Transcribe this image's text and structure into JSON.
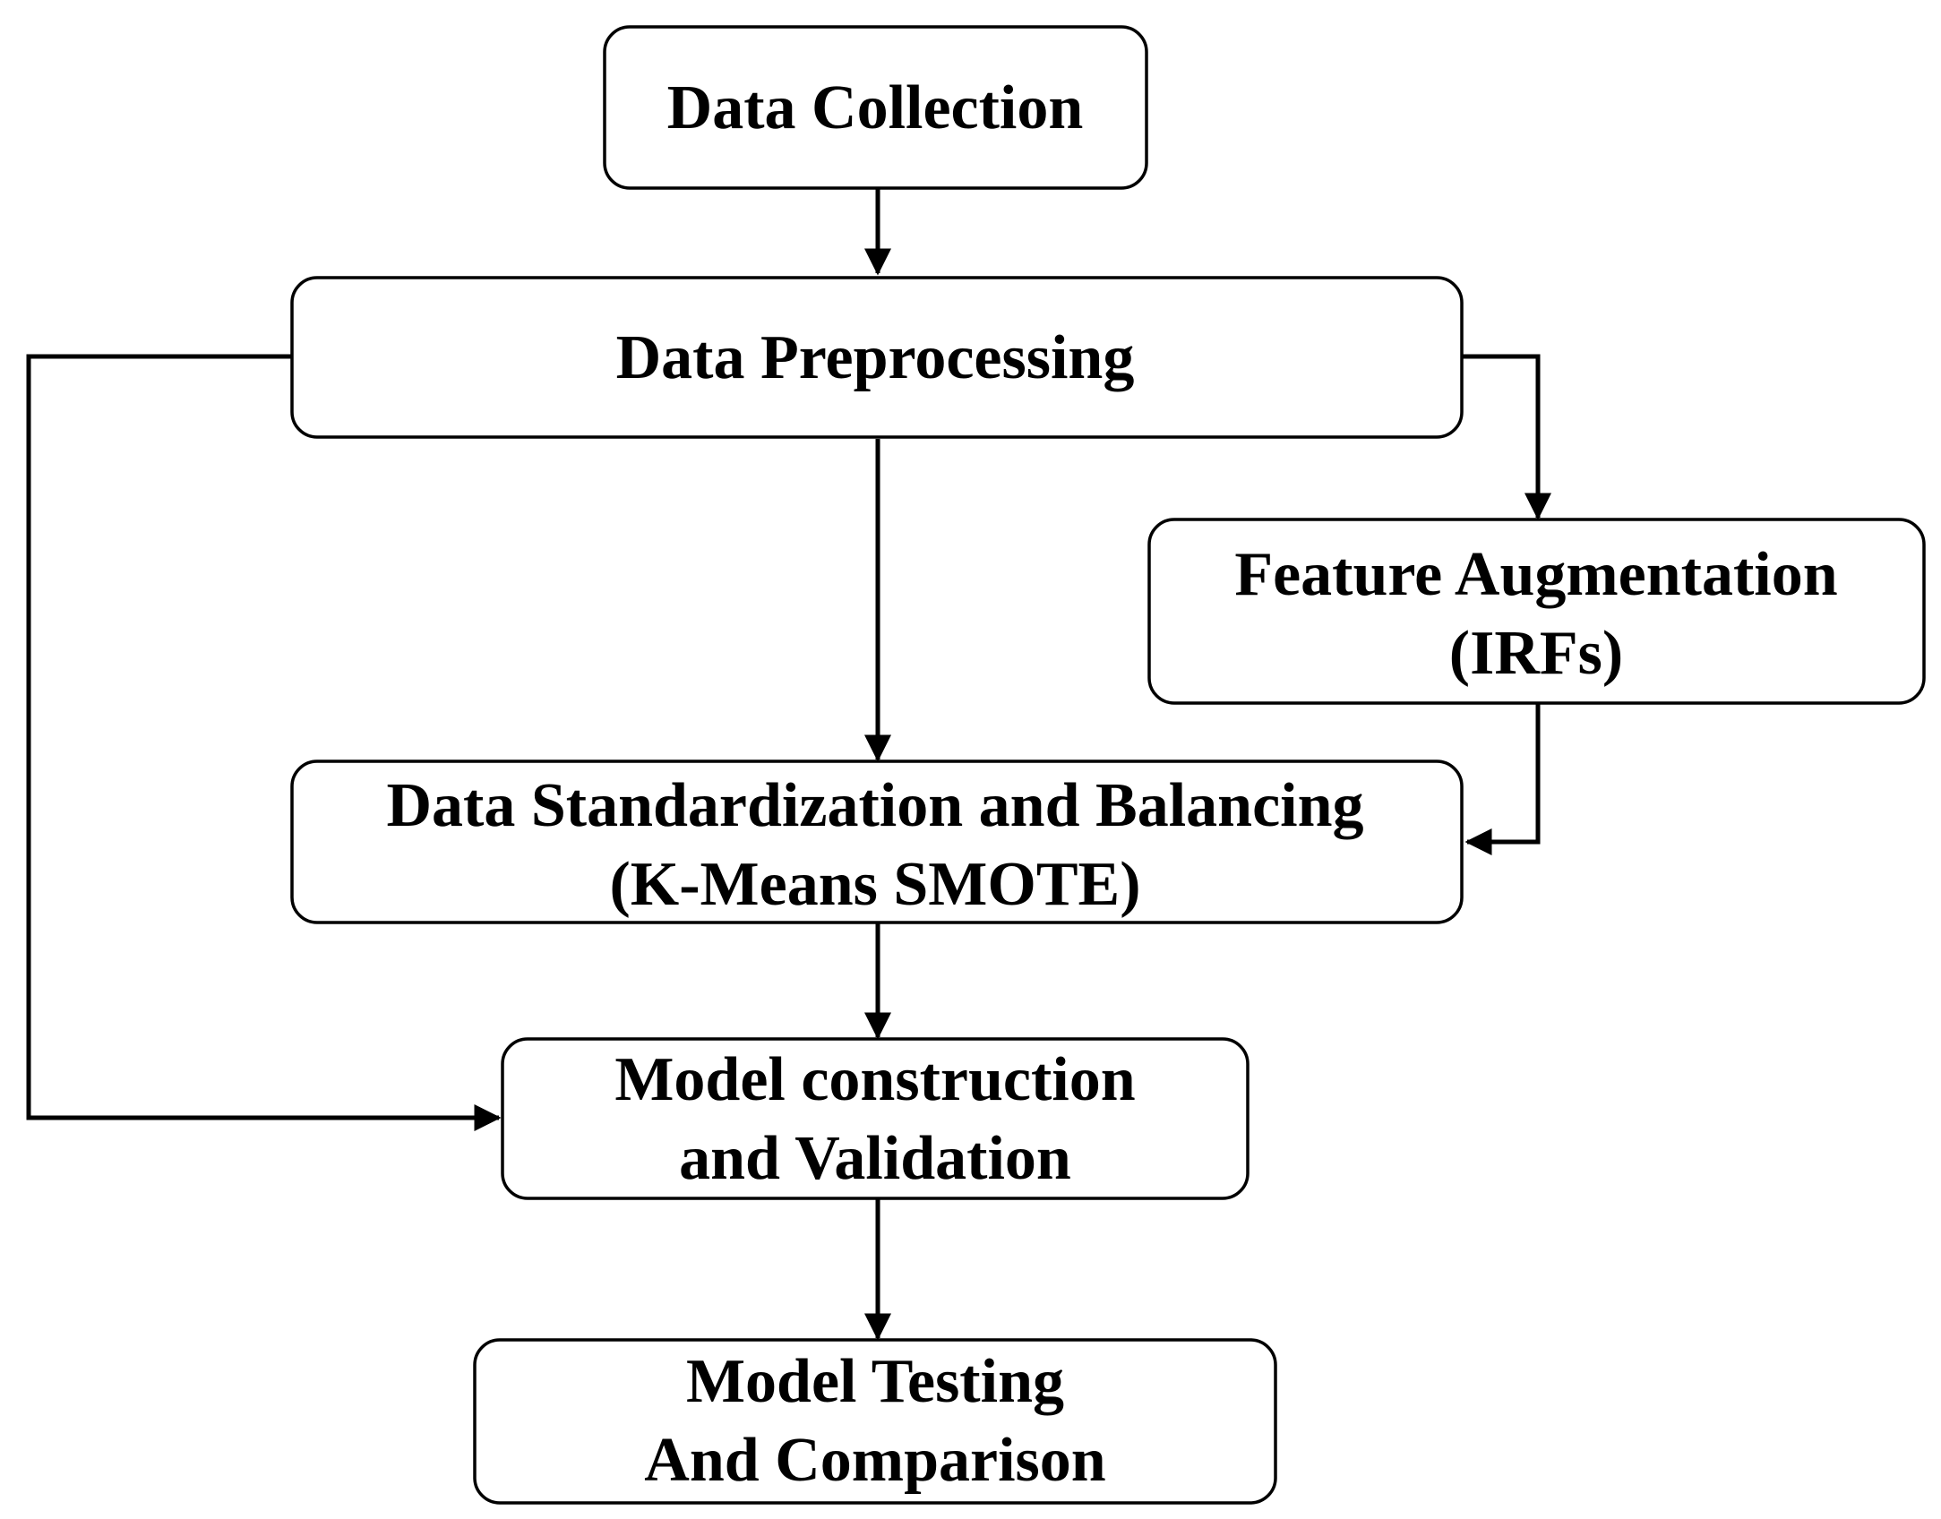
{
  "diagram": {
    "nodes": {
      "data_collection": {
        "lines": [
          "Data Collection"
        ]
      },
      "data_preprocessing": {
        "lines": [
          "Data Preprocessing"
        ]
      },
      "feature_augmentation": {
        "lines": [
          "Feature Augmentation",
          "(IRFs)"
        ]
      },
      "standardization": {
        "lines": [
          "Data Standardization and Balancing",
          "(K-Means SMOTE)"
        ]
      },
      "model_construction": {
        "lines": [
          "Model construction",
          "and Validation"
        ]
      },
      "model_testing": {
        "lines": [
          "Model Testing",
          "And Comparison"
        ]
      }
    },
    "edges": [
      {
        "from": "data_collection",
        "to": "data_preprocessing"
      },
      {
        "from": "data_preprocessing",
        "to": "standardization"
      },
      {
        "from": "data_preprocessing",
        "to": "feature_augmentation"
      },
      {
        "from": "feature_augmentation",
        "to": "standardization"
      },
      {
        "from": "data_preprocessing",
        "to": "model_construction"
      },
      {
        "from": "standardization",
        "to": "model_construction"
      },
      {
        "from": "model_construction",
        "to": "model_testing"
      }
    ]
  }
}
